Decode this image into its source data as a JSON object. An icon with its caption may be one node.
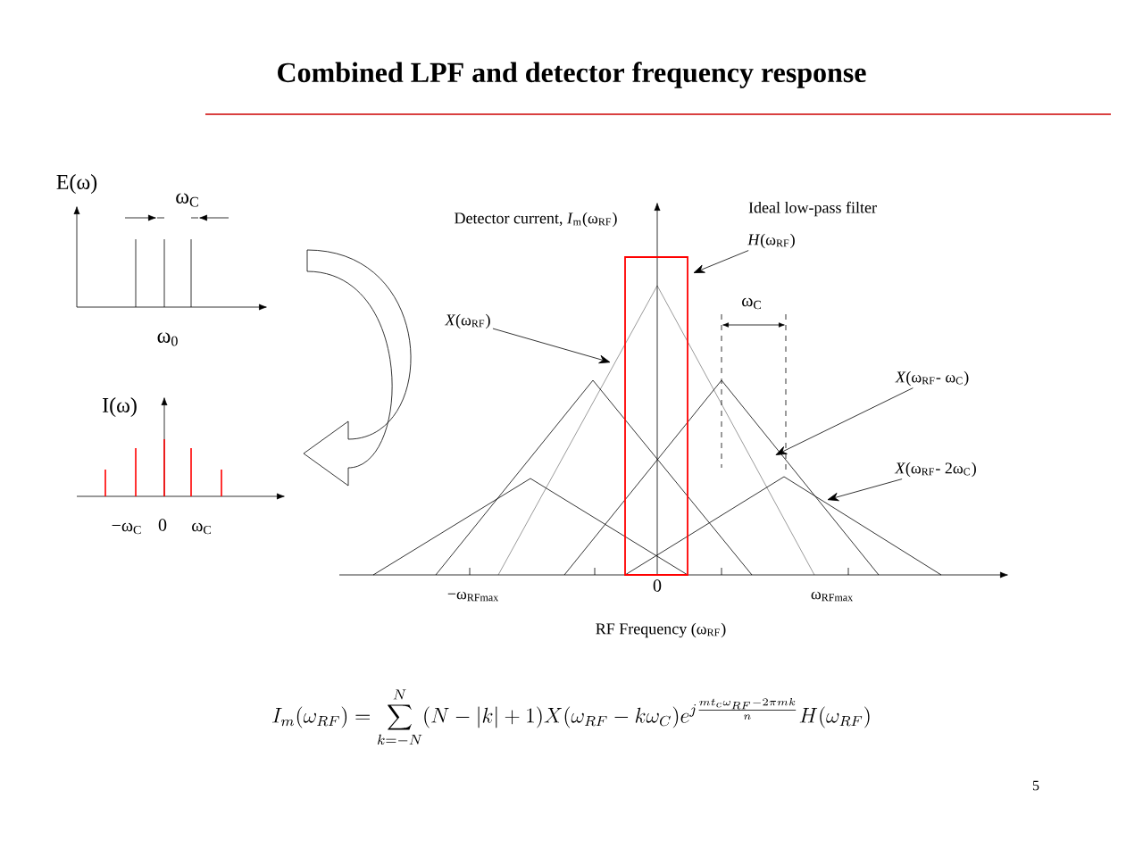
{
  "diagram": {
    "title": "Combined LPF and detector frequency response",
    "nodes": [
      {
        "text": [
          "*X*(ω$_{RF}$)"
        ]
      },
      {
        "text": [
          "*H*(ω$_{RF}$)"
        ]
      },
      {
        "text": [
          "*X*(ω$_{RF}$- ω$_{C}$)"
        ]
      },
      {
        "text": [
          "*X*(ω$_{RF}$- 2ω$_{C}$)"
        ]
      }
    ],
    "edges": [
      {
        "from": 0,
        "to": null,
        "arrow": "to"
      },
      {
        "from": 1,
        "to": null,
        "arrow": "to"
      },
      {
        "from": 2,
        "to": null,
        "arrow": "to"
      },
      {
        "from": 3,
        "to": null,
        "arrow": "to"
      }
    ],
    "labels": [
      "E(ω)",
      "ω$_{C}$",
      "ω$_{0}$",
      "I(ω)",
      "−ω$_{C}$",
      "0",
      "ω$_{C}$",
      "Detector current, *I*$_{m}$(ω$_{RF}$)",
      "Ideal low-pass filter",
      "ω$_{C}$",
      "−ω$_{RFmax}$",
      "0",
      "ω$_{RFmax}$",
      "RF Frequency (ω$_{RF}$)",
      "I_m(\\omega_{RF}) = \\sum_{k=-N}^{N}(N-|k|+1)X(\\omega_{RF}-k\\omega_C)e^{j\\frac{m t_c \\omega_{RF}-2\\pi m k}{n}}H(\\omega_{RF})",
      "5"
    ]
  }
}
